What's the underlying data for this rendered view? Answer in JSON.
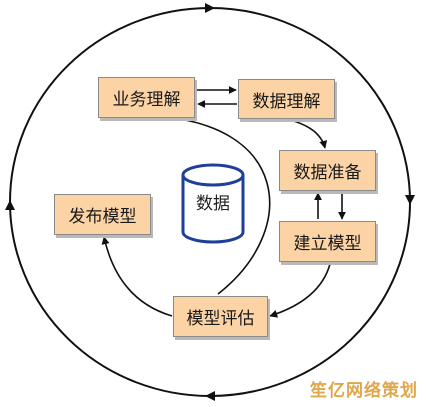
{
  "nodes": {
    "business": "业务理解",
    "data_understanding": "数据理解",
    "data_preparation": "数据准备",
    "modeling": "建立模型",
    "evaluation": "模型评估",
    "deployment": "发布模型"
  },
  "database": {
    "label": "数据",
    "icon": "database-cylinder-icon"
  },
  "watermark": "笙亿网络策划",
  "colors": {
    "box_fill": "#fcd3a5",
    "line": "#111111",
    "watermark": "#e0a64a"
  }
}
